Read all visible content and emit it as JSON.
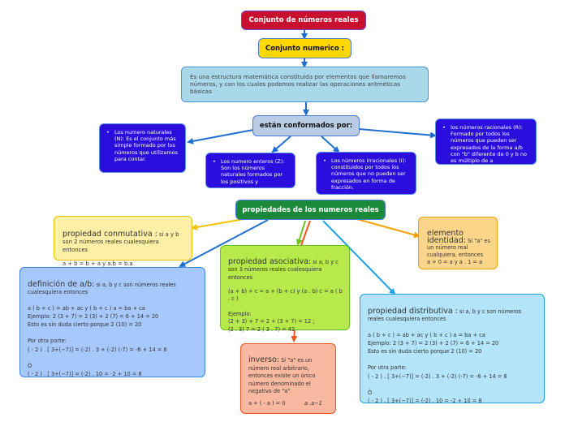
{
  "colors": {
    "title_bg": "#c8102e",
    "sub_bg": "#ffd700",
    "desc_bg": "#a8d8ea",
    "conf_bg": "#b8cce4",
    "blue_bg": "#2b0ddd",
    "green_bg": "#1a8a3a",
    "yellow_bg": "#fdf0a6",
    "orange_bg": "#fbd68a",
    "lightblue_bg": "#a6c8fb",
    "lightgreen_bg": "#b6ea4a",
    "salmon_bg": "#f9b8a0",
    "cyan_bg": "#b3e4f9"
  },
  "title": "Conjunto de números reales",
  "subtitle": "Conjunto numerico :",
  "description": "Es una estructura matemática constituida por elementos que llamaremos números, y con los cuales podemos realizar las operaciones aritméticas básicas",
  "conformed": "están conformados por:",
  "sets": {
    "naturales": "Los numero naturales (N): Es el conjunto más simple formado por los números que utilizamos para contar.",
    "enteros": "Los numero enteros (Z): Son los números naturales formados por los positivos y",
    "irracionales": "Los números irracionales (I): constituidos por todos los números que no pueden ser expresados en forma de fracción.",
    "racionales": "los números racionales (R): Formado por todos los números que pueden ser expresados de la forma a/b con \"b\" diferente de 0 y b no es múltiplo de a"
  },
  "properties_title": "propiedades de los numeros reales",
  "conmutativa": {
    "label": "propiedad conmutativa :",
    "intro": " si a y b son 2 números reales cualesquiera entonces",
    "formula": "a + b = b + a y a.b = b.a"
  },
  "asociativa": {
    "label": "propiedad asociativa:",
    "intro": " si a, b y c son 3 números reales cualesquiera entonces",
    "body": "(a + b) + c = a + (b + c)    y      (a . b) c = a ( b . c )\n\nEjemplo:\n(2 + 3) + 7 = 2 + (3 + 7) = 12 ;\n(2 . 3) 7 = 2 ( 3 . 7) = 42"
  },
  "identidad": {
    "label": "elemento identidad:",
    "intro": " Si \"a\" es un número real cualquiera, entonces",
    "formula": "a + 0 = a y a . 1 = a"
  },
  "division": {
    "label": "definición de a/b:",
    "intro": " si a, b y c son números reales cualesquiera entonces",
    "body": "a ( b + c ) = ab + ac y ( b + c ) a = ba + ca\nEjemplo:          2 (3 + 7) = 2 (3) + 2 (7) = 6 + 14 = 20\nEsto es sin duda cierto porque 2 (10) = 20\n\nPor otra parte:\n( - 2 ) . [ 3+(−7)] = (-2) . 3 + (-2) (-7) = -6 + 14 = 8\n\nÓ\n( - 2 ) . [ 3+(−7)] = (-2) . 10 = -2 + 10 = 8"
  },
  "inverso": {
    "label": "inverso:",
    "intro": " Si \"a\" es un número real arbitrario, entonces existe un único número denominado el negativo de \"a\"",
    "formula": "a + ( - a ) = 0",
    "formula2": "a .a−1"
  },
  "distributiva": {
    "label": "propiedad distributiva :",
    "intro": " si a, b y c son números reales cualesquiera entonces",
    "body": "a ( b + c ) = ab + ac y ( b + c ) a = ba + ca\nEjemplo:          2 (3 + 7) = 2 (3) + 2 (7) = 6 + 14 = 20\nEsto es sin duda cierto porque 2 (10) = 20\n\nPor otra parte:\n( - 2 ) . [ 3+(−7)] = (-2) . 3 + (-2) (-7) = -6 + 14 = 8\n\nÓ\n( - 2 ) . [ 3+(−7)] = (-2) . 10 = -2 + 10 = 8"
  }
}
